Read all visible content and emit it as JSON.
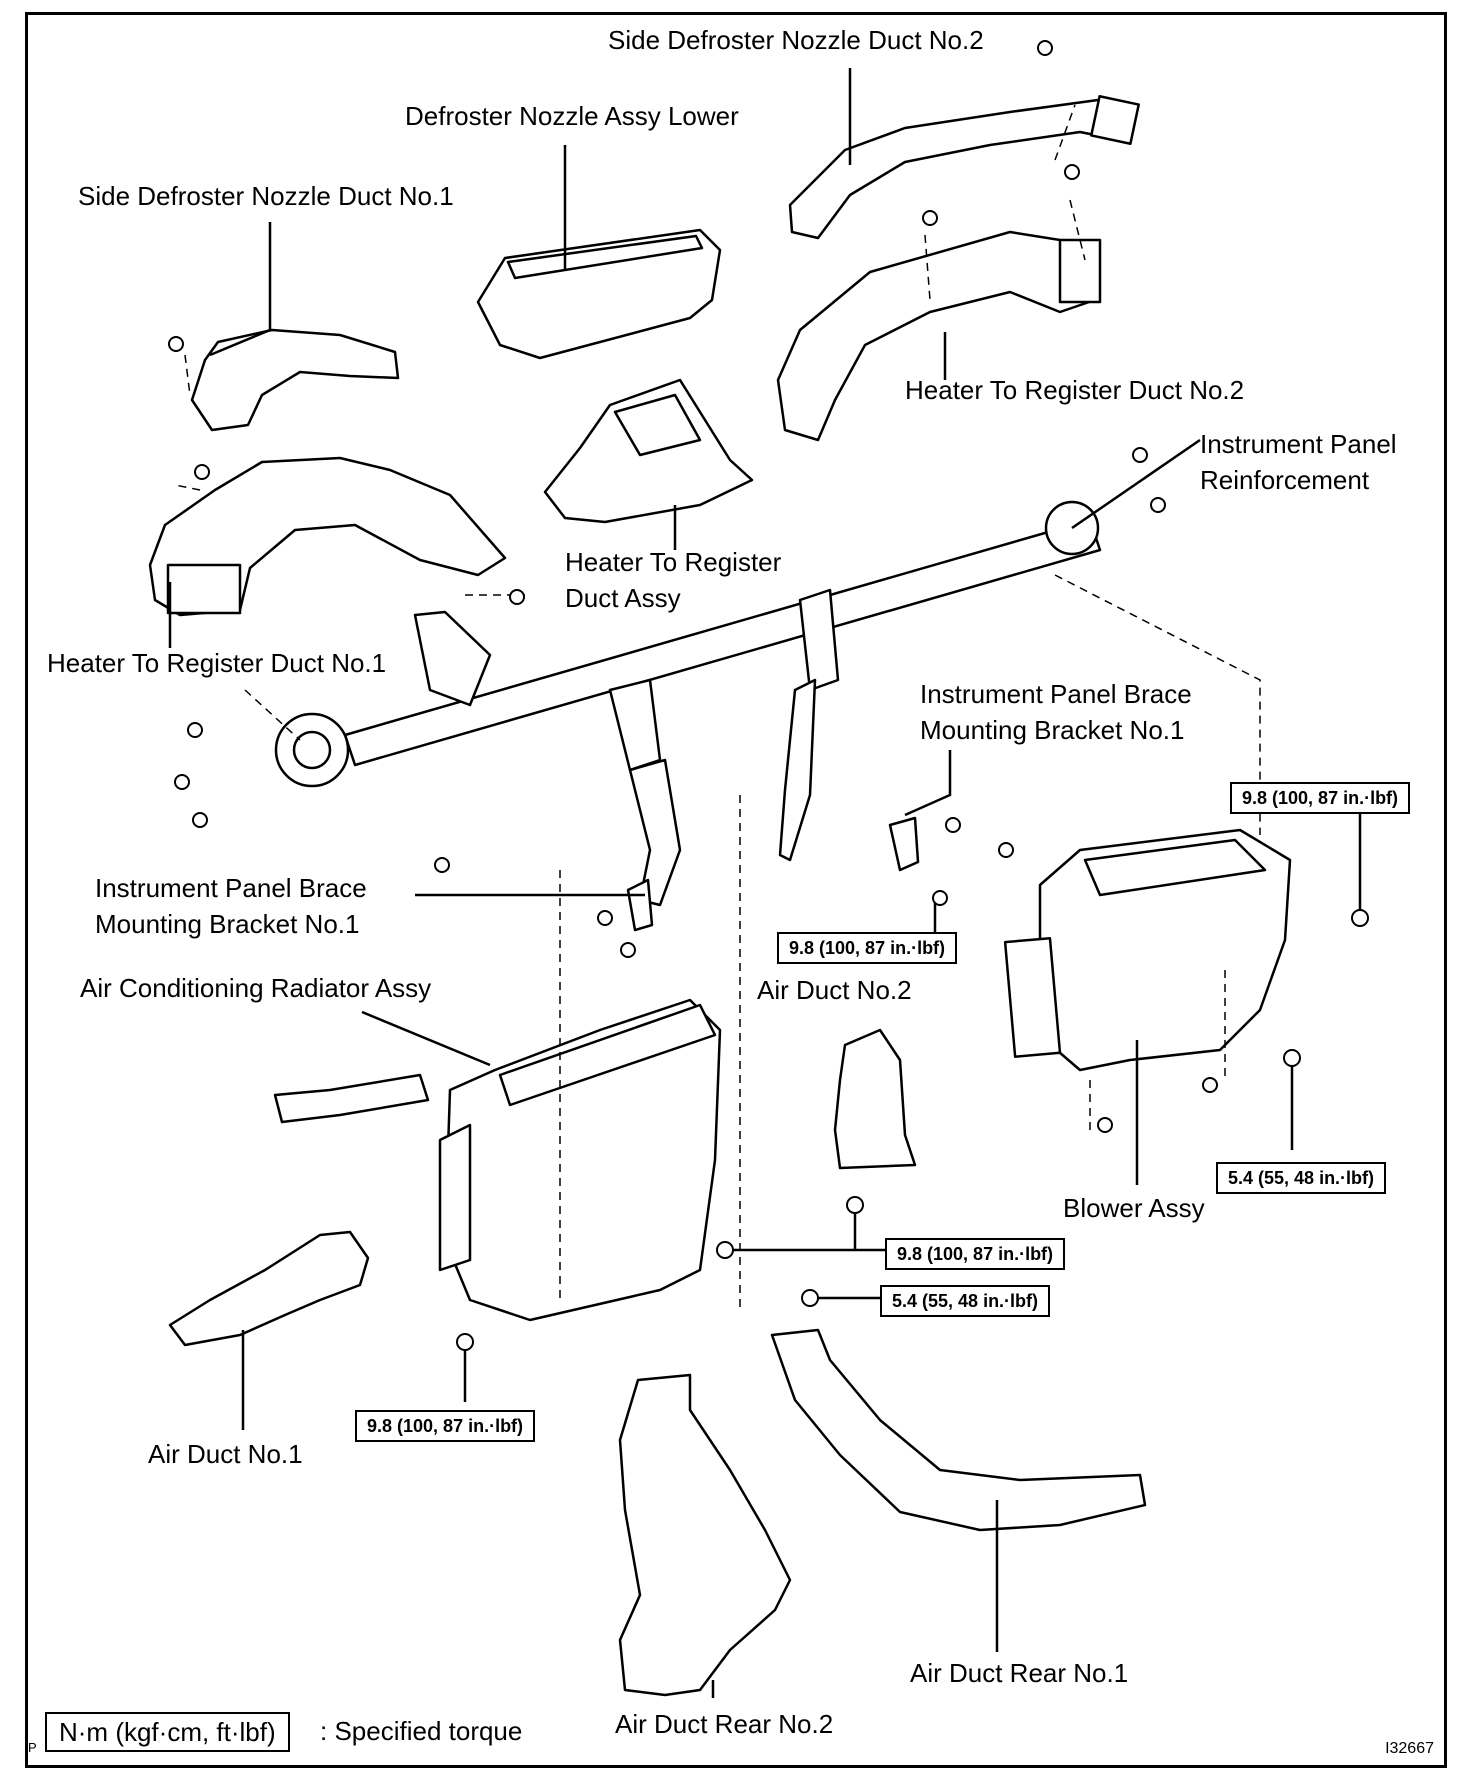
{
  "labels": {
    "side_defroster_duct_2": "Side Defroster Nozzle Duct No.2",
    "defroster_nozzle_lower": "Defroster Nozzle Assy Lower",
    "side_defroster_duct_1": "Side Defroster Nozzle Duct No.1",
    "heater_register_duct_2": "Heater To Register Duct No.2",
    "ip_reinforcement_1": "Instrument Panel",
    "ip_reinforcement_2": "Reinforcement",
    "heater_register_assy_1": "Heater To Register",
    "heater_register_assy_2": "Duct Assy",
    "heater_register_duct_1": "Heater To Register Duct No.1",
    "brace_bracket_right_1": "Instrument Panel Brace",
    "brace_bracket_right_2": "Mounting Bracket No.1",
    "brace_bracket_left_1": "Instrument Panel Brace",
    "brace_bracket_left_2": "Mounting Bracket No.1",
    "ac_radiator": "Air Conditioning Radiator Assy",
    "air_duct_2": "Air Duct No.2",
    "blower_assy": "Blower Assy",
    "air_duct_1": "Air Duct No.1",
    "air_duct_rear_1": "Air Duct Rear No.1",
    "air_duct_rear_2": "Air Duct Rear No.2"
  },
  "torques": {
    "t1": "9.8 (100, 87 in.·lbf)",
    "t2": "9.8 (100, 87 in.·lbf)",
    "t3": "5.4 (55, 48 in.·lbf)",
    "t4": "9.8 (100, 87 in.·lbf)",
    "t5": "5.4 (55, 48 in.·lbf)",
    "t6": "9.8 (100, 87 in.·lbf)"
  },
  "legend": {
    "unit_box": "N·m (kgf·cm, ft·lbf)",
    "description": ": Specified torque"
  },
  "corner_mark": "P",
  "figure_id": "I32667"
}
